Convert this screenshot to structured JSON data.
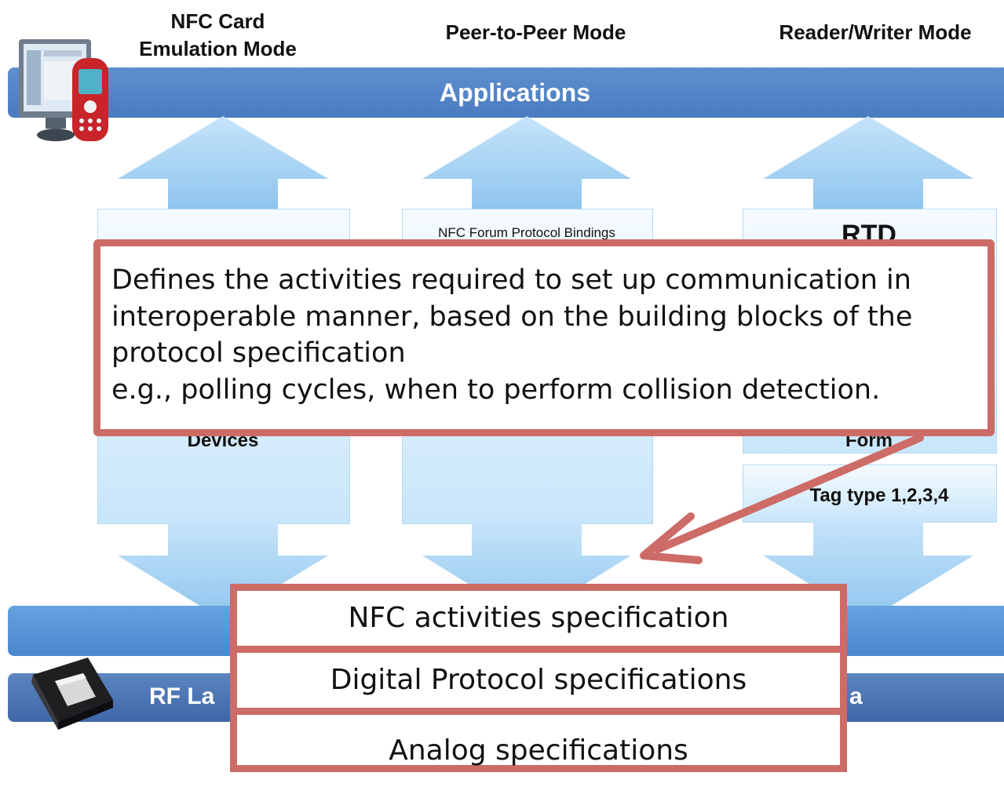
{
  "header": {
    "card_emulation_mode_line1": "NFC Card",
    "card_emulation_mode_line2": "Emulation Mode",
    "peer_to_peer_mode": "Peer-to-Peer Mode",
    "reader_writer_mode": "Reader/Writer Mode"
  },
  "applications_bar": {
    "label": "Applications"
  },
  "columns": {
    "center_top_label": "NFC Forum Protocol Bindings",
    "right_top_label": "RTD",
    "left_partial_label": "Devices",
    "right_partial_label": "Form",
    "tag_types_label": "Tag type 1,2,3,4"
  },
  "callout": {
    "lines": [
      "Defines the activities required to set up communication in",
      "interoperable manner, based on the building blocks of the",
      "protocol specification",
      "e.g., polling cycles, when to perform collision detection."
    ],
    "color": "#cd6b66"
  },
  "spec_stack": {
    "activities": "NFC activities specification",
    "digital": "Digital Protocol specifications",
    "analog": "Analog specifications"
  },
  "rf_bar": {
    "left_fragment": "RF La",
    "right_fragment": "a"
  },
  "colors": {
    "bar_blue": "#4b7bbf",
    "arrow_blue": "#9ccdf2",
    "accent_red": "#cd6b66"
  }
}
